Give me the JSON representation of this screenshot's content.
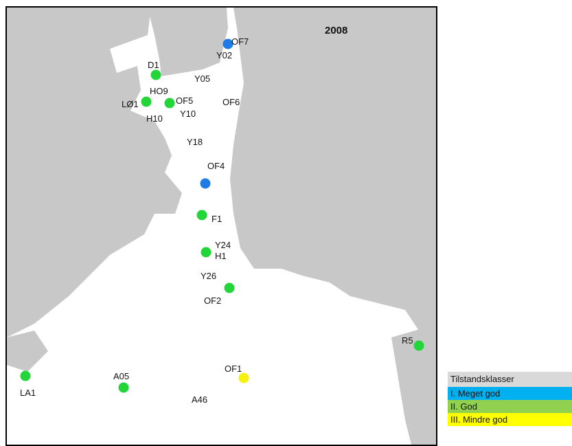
{
  "map": {
    "year": "2008",
    "colors": {
      "land": "#c8c8c8",
      "water": "#ffffff",
      "class_very_good": "#1f7be8",
      "class_good": "#22d63a",
      "class_less_good": "#f4f010"
    },
    "stations_dot": [
      {
        "id": "OF7",
        "class": "very_good"
      },
      {
        "id": "D1",
        "class": "good"
      },
      {
        "id": "LØ1",
        "class": "good"
      },
      {
        "id": "OF5",
        "class": "good"
      },
      {
        "id": "OF4",
        "class": "very_good"
      },
      {
        "id": "F1",
        "class": "good"
      },
      {
        "id": "H1",
        "class": "good"
      },
      {
        "id": "OF2",
        "class": "good"
      },
      {
        "id": "R5",
        "class": "good"
      },
      {
        "id": "LA1",
        "class": "good"
      },
      {
        "id": "A05",
        "class": "good"
      },
      {
        "id": "OF1",
        "class": "less_good"
      }
    ],
    "labels": {
      "OF7": "OF7",
      "Y02": "Y02",
      "D1": "D1",
      "Y05": "Y05",
      "HO9": "HO9",
      "LO1": "LØ1",
      "OF5": "OF5",
      "OF6": "OF6",
      "H10": "H10",
      "Y10": "Y10",
      "Y18": "Y18",
      "OF4": "OF4",
      "F1": "F1",
      "Y24": "Y24",
      "H1": "H1",
      "Y26": "Y26",
      "OF2": "OF2",
      "R5": "R5",
      "OF1": "OF1",
      "LA1": "LA1",
      "A05": "A05",
      "A46": "A46"
    }
  },
  "legend": {
    "title": "Tilstandsklasser",
    "items": [
      {
        "label": "I. Meget god",
        "color": "#00b0f0"
      },
      {
        "label": "II. God",
        "color": "#92d050"
      },
      {
        "label": "III. Mindre god",
        "color": "#ffff00"
      }
    ]
  }
}
